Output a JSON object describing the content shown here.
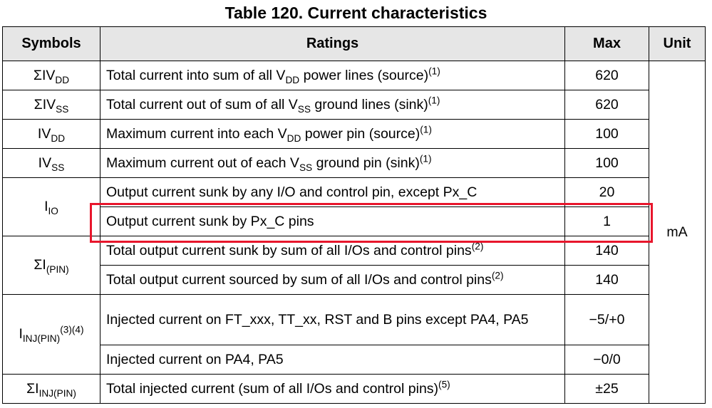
{
  "title": "Table 120. Current characteristics",
  "headers": {
    "symbols": "Symbols",
    "ratings": "Ratings",
    "max": "Max",
    "unit": "Unit"
  },
  "unit": "mA",
  "rows": [
    {
      "sym": [
        "ΣIV",
        "DD",
        ""
      ],
      "rating": [
        "Total current into sum of all V",
        "DD",
        " power lines (source)",
        "(1)"
      ],
      "max": "620"
    },
    {
      "sym": [
        "ΣIV",
        "SS",
        ""
      ],
      "rating": [
        "Total current out of sum of all V",
        "SS",
        " ground lines (sink)",
        "(1)"
      ],
      "max": "620"
    },
    {
      "sym": [
        "IV",
        "DD",
        ""
      ],
      "rating": [
        "Maximum current into each V",
        "DD",
        " power pin (source)",
        "(1)"
      ],
      "max": "100"
    },
    {
      "sym": [
        "IV",
        "SS",
        ""
      ],
      "rating": [
        "Maximum current out of each V",
        "SS",
        " ground pin (sink)",
        "(1)"
      ],
      "max": "100"
    },
    {
      "sym": [
        "I",
        "IO",
        ""
      ],
      "rating": [
        "Output current sunk by any I/O and control pin, except Px_C",
        "",
        "",
        ""
      ],
      "max": "20"
    },
    {
      "rating": [
        "Output current sunk by Px_C pins",
        "",
        "",
        ""
      ],
      "max": "1"
    },
    {
      "sym": [
        "ΣI",
        "(PIN)",
        ""
      ],
      "rating": [
        "Total output current sunk by sum of all I/Os and control pins",
        "",
        "",
        "(2)"
      ],
      "max": "140"
    },
    {
      "rating": [
        "Total output current sourced by sum of all I/Os and control pins",
        "",
        "",
        "(2)"
      ],
      "max": "140"
    },
    {
      "sym": [
        "I",
        "INJ(PIN)",
        "(3)(4)"
      ],
      "rating": [
        "Injected current on FT_xxx, TT_xx, RST and B pins except PA4, PA5",
        "",
        "",
        ""
      ],
      "max": "−5/+0"
    },
    {
      "rating": [
        "Injected current on PA4, PA5",
        "",
        "",
        ""
      ],
      "max": "−0/0"
    },
    {
      "sym": [
        "ΣI",
        "INJ(PIN)",
        ""
      ],
      "rating": [
        "Total injected current (sum of all I/Os and control pins)",
        "",
        "",
        "(5)"
      ],
      "max": "±25"
    }
  ]
}
